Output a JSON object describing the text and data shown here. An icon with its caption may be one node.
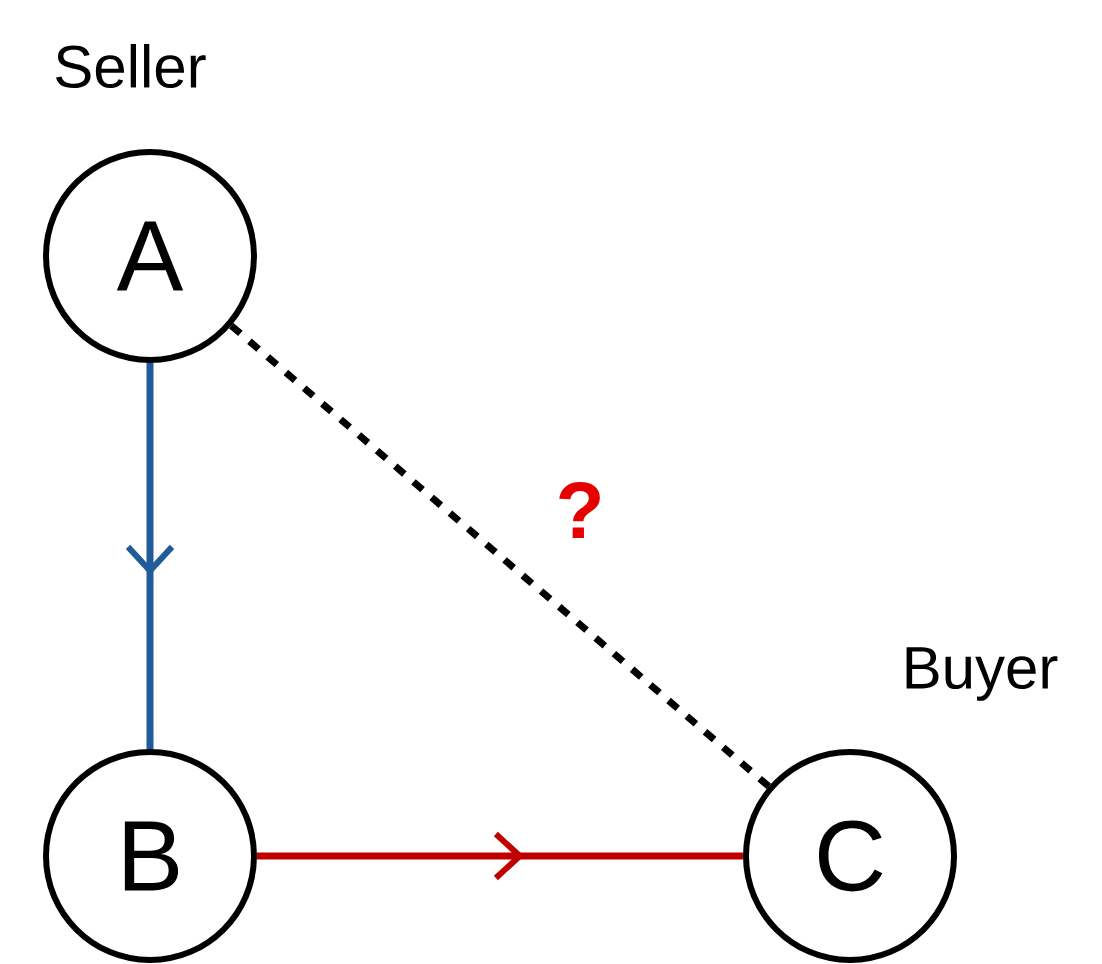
{
  "diagram": {
    "nodes": [
      {
        "text": [
          "A"
        ],
        "beside": [
          "Seller"
        ]
      },
      {
        "text": [
          "B"
        ]
      },
      {
        "text": [
          "C"
        ],
        "beside": [
          "Buyer"
        ]
      }
    ],
    "edges": [
      {
        "from": 0,
        "to": 1,
        "arrow": "to",
        "color": "#1f5c99"
      },
      {
        "from": 1,
        "to": 2,
        "arrow": "to",
        "color": "#c00000"
      },
      {
        "from": 0,
        "to": 2,
        "arrow": "none",
        "style": "dashed",
        "color": "#000000",
        "label": "?"
      }
    ]
  }
}
